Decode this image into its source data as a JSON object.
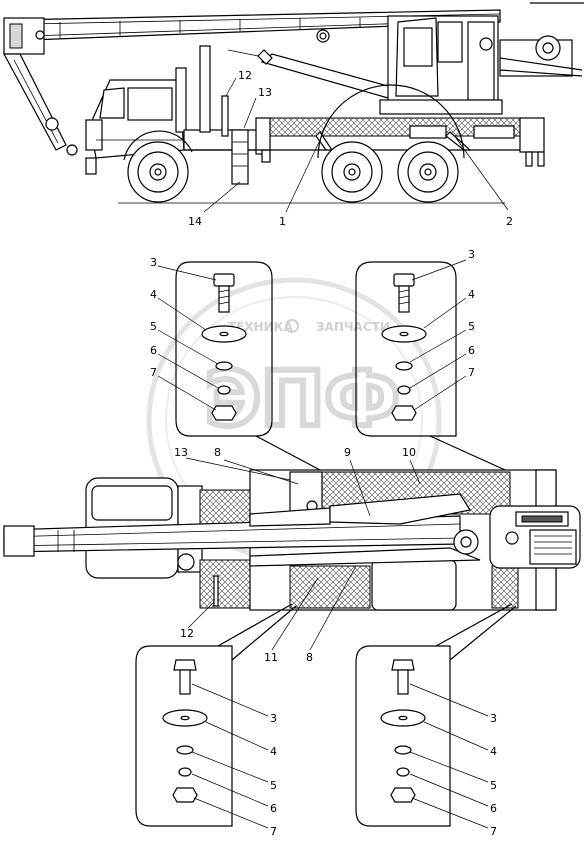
{
  "watermark": {
    "left_text": "ТЕХНИКА",
    "right_text": "ЗАПЧАСТИ",
    "monogram": "ЭПФ"
  },
  "side_view": {
    "callouts": [
      "1",
      "2",
      "12",
      "13",
      "14"
    ]
  },
  "fastener_sets": [
    {
      "id": "top-left",
      "labels": [
        "3",
        "4",
        "5",
        "6",
        "7"
      ]
    },
    {
      "id": "top-right",
      "labels": [
        "3",
        "4",
        "5",
        "6",
        "7"
      ]
    },
    {
      "id": "bottom-left",
      "labels": [
        "3",
        "4",
        "5",
        "6",
        "7"
      ]
    },
    {
      "id": "bottom-right",
      "labels": [
        "3",
        "4",
        "5",
        "6",
        "7"
      ]
    }
  ],
  "plan_view": {
    "callouts_top": [
      "13",
      "8",
      "9",
      "10"
    ],
    "callouts_bottom": [
      "12",
      "11",
      "8"
    ]
  }
}
